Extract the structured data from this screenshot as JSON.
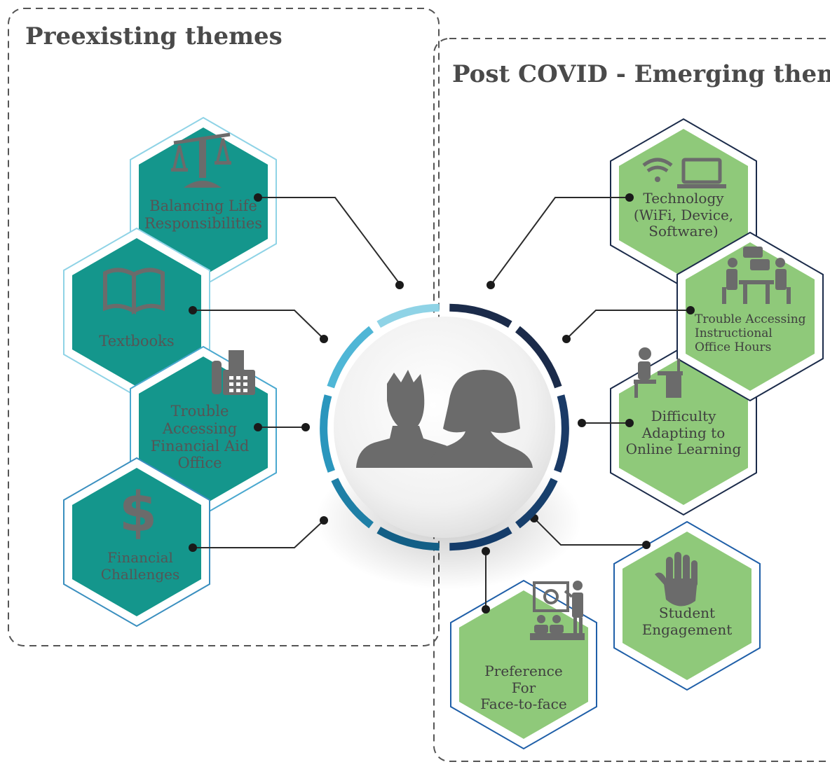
{
  "headings": {
    "preexisting": "Preexisting themes",
    "post_covid": "Post COVID - Emerging themes"
  },
  "preexisting_themes": [
    {
      "lines": [
        "Balancing Life",
        "Responsibilities"
      ],
      "icon": "scale-icon"
    },
    {
      "lines": [
        "Textbooks"
      ],
      "icon": "book-icon"
    },
    {
      "lines": [
        "Trouble",
        "Accessing",
        "Financial Aid",
        "Office"
      ],
      "icon": "fax-phone-icon"
    },
    {
      "lines": [
        "Financial",
        "Challenges"
      ],
      "icon": "dollar-icon"
    }
  ],
  "post_covid_themes": [
    {
      "lines": [
        "Technology",
        "(WiFi, Device,",
        "Software)"
      ],
      "icon": "wifi-laptop-icon"
    },
    {
      "lines": [
        "Trouble Accessing",
        "Instructional",
        "Office Hours"
      ],
      "icon": "meeting-icon"
    },
    {
      "lines": [
        "Difficulty",
        "Adapting to",
        "Online Learning"
      ],
      "icon": "desk-student-icon"
    },
    {
      "lines": [
        "Student",
        "Engagement"
      ],
      "icon": "raised-hand-icon"
    },
    {
      "lines": [
        "Preference",
        "For",
        "Face-to-face"
      ],
      "icon": "presenter-icon"
    }
  ],
  "center": {
    "icon": "students-silhouette-icon"
  },
  "colors": {
    "teal": "#14968c",
    "green": "#8fc97a",
    "navy": "#1b2b4a",
    "light_blue": "#8fd3e6",
    "icon_gray": "#6b6b6b",
    "dash": "#555555"
  }
}
